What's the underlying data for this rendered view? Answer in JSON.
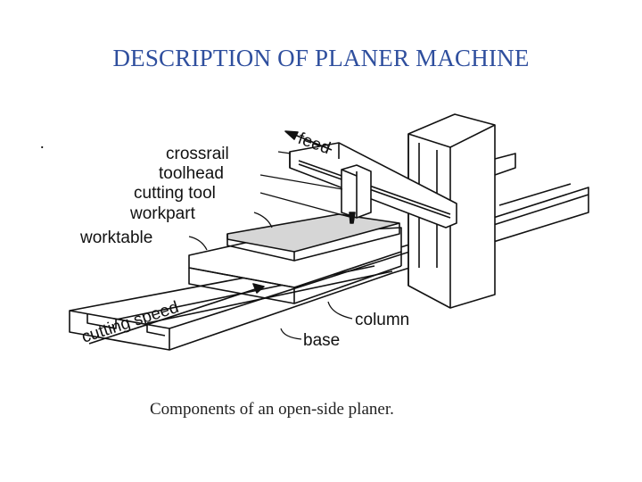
{
  "slide": {
    "title": "DESCRIPTION OF PLANER MACHINE",
    "bullet": "."
  },
  "diagram": {
    "labels": {
      "feed": "feed",
      "crossrail": "crossrail",
      "toolhead": "toolhead",
      "cutting_tool": "cutting tool",
      "workpart": "workpart",
      "worktable": "worktable",
      "cutting_speed": "cutting speed",
      "column": "column",
      "base": "base"
    },
    "caption": "Components of an open-side planer.",
    "colors": {
      "line": "#111111",
      "shade": "#d6d6d6",
      "title": "#2f4f9e"
    }
  }
}
